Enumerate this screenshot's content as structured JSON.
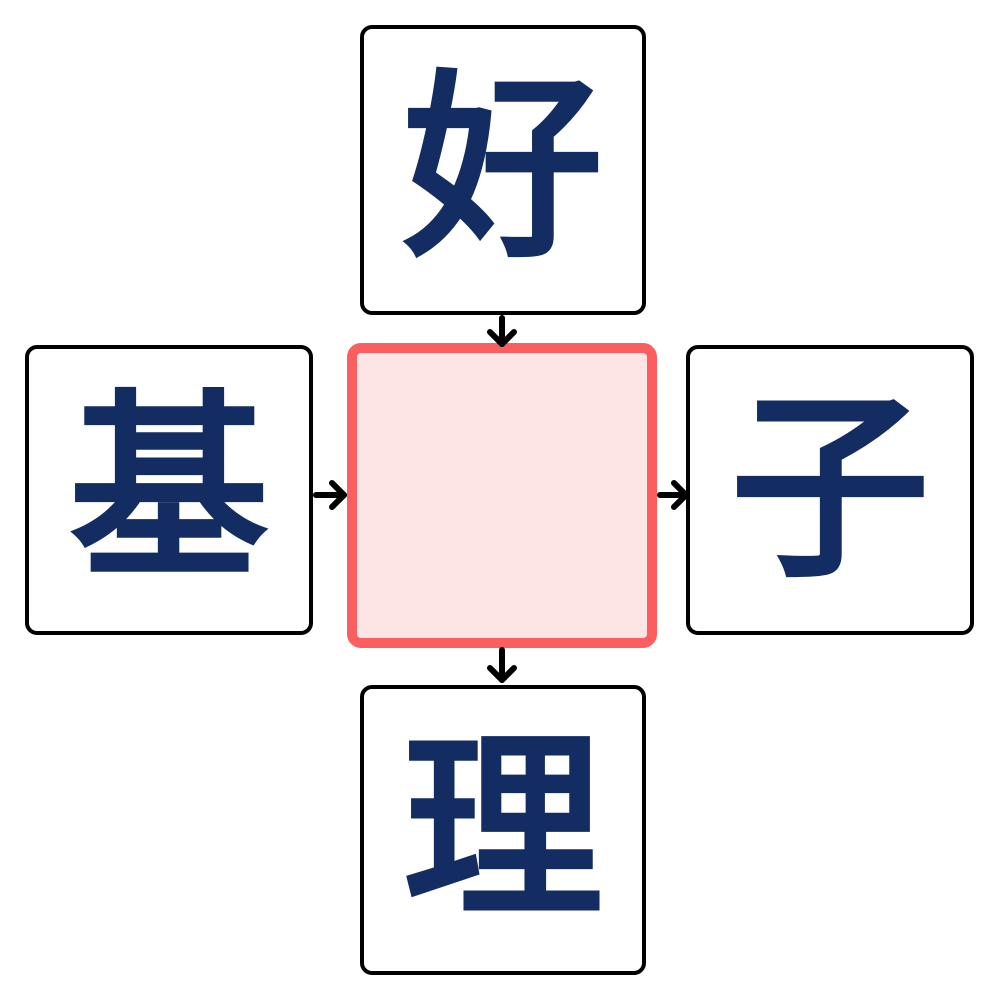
{
  "puzzle": {
    "top": "好",
    "left": "基",
    "right": "子",
    "bottom": "理",
    "center": ""
  },
  "colors": {
    "text": "#132d63",
    "center_border": "#fb5e5e",
    "center_fill": "#fde5e5"
  }
}
